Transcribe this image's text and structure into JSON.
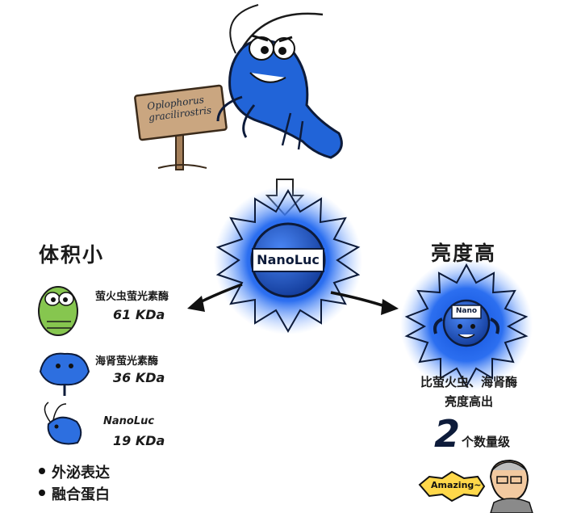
{
  "shrimp": {
    "sign_line1": "Oplophorus",
    "sign_line2": "gracilirostris"
  },
  "center": {
    "enzyme_label": "NanoLuc"
  },
  "left": {
    "heading": "体积小",
    "items": [
      {
        "name": "萤火虫萤光素酶",
        "size": "61 KDa",
        "icon": "firefly-icon"
      },
      {
        "name": "海肾萤光素酶",
        "size": "36 KDa",
        "icon": "sea-pansy-icon"
      },
      {
        "name": "NanoLuc",
        "size": "19 KDa",
        "icon": "shrimp-small-icon"
      }
    ],
    "bullets": [
      "外泌表达",
      "融合蛋白"
    ]
  },
  "right": {
    "heading": "亮度高",
    "mascot_label": "Nano",
    "compare_line1": "比萤火虫、海肾酶",
    "compare_line2": "亮度高出",
    "magnitude_number": "2",
    "magnitude_text": "个数量级",
    "exclaim": "Amazing~"
  },
  "colors": {
    "blue": "#1f5fd6",
    "dark_blue": "#0d1b3a",
    "glow": "#3b7ff0",
    "green": "#7cc04b",
    "wood": "#c8a27a"
  }
}
